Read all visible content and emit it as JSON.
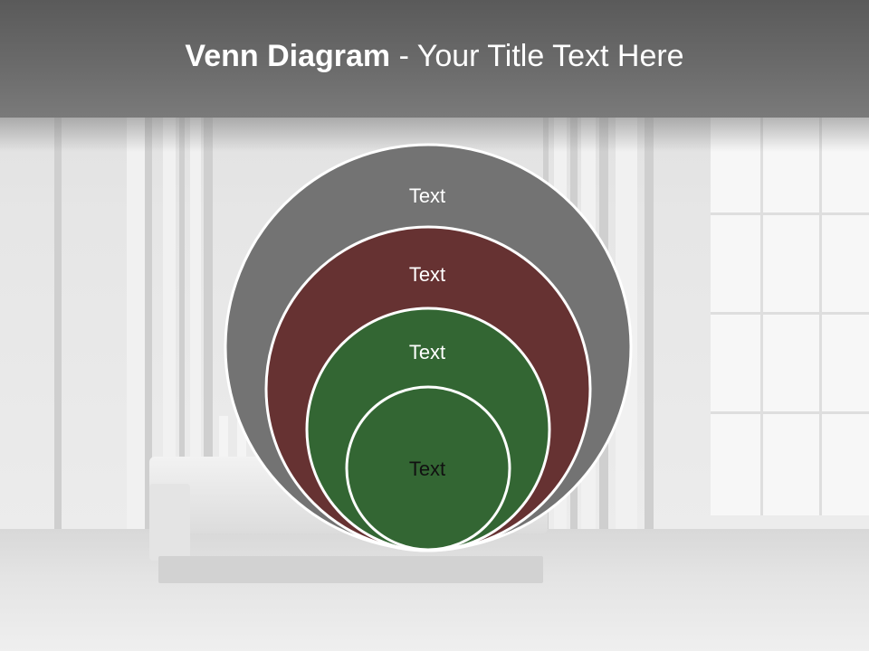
{
  "title": {
    "bold": "Venn Diagram",
    "rest": " - Your Title Text Here"
  },
  "diagram": {
    "type": "nested-circles",
    "colors": {
      "outer": "#737373",
      "second": "#663232",
      "third": "#336633",
      "inner": "#336633",
      "outline": "#ffffff"
    },
    "labels": [
      "Text",
      "Text",
      "Text",
      "Text"
    ]
  }
}
